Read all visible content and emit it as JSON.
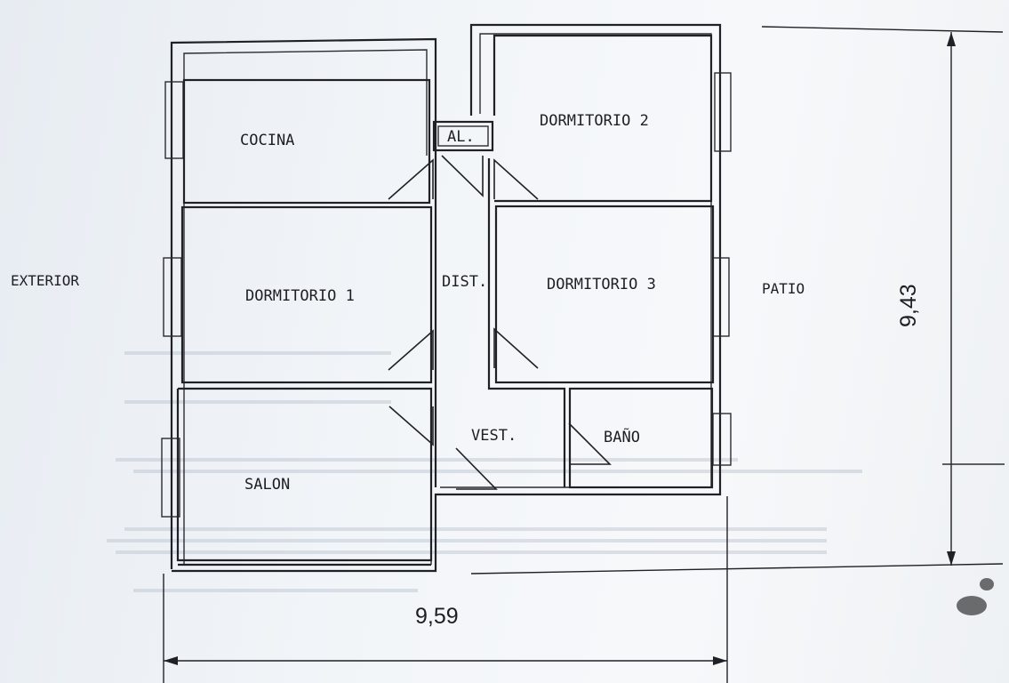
{
  "rooms": {
    "cocina": "COCINA",
    "dormitorio2": "DORMITORIO 2",
    "almacen": "AL.",
    "dormitorio1": "DORMITORIO 1",
    "distribuidor": "DIST.",
    "dormitorio3": "DORMITORIO 3",
    "vestibulo": "VEST.",
    "bano": "BAÑO",
    "salon": "SALON"
  },
  "surroundings": {
    "exterior": "EXTERIOR",
    "patio": "PATIO"
  },
  "dimensions": {
    "width": "9,59",
    "height": "9,43"
  }
}
